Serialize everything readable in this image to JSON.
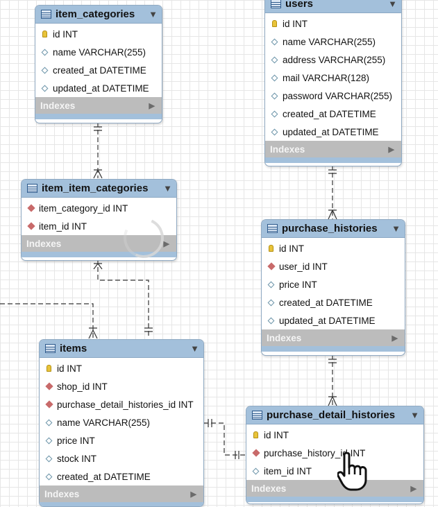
{
  "tables": {
    "item_categories": {
      "name": "item_categories",
      "columns": [
        {
          "icon": "primary-key-icon",
          "text": "id INT"
        },
        {
          "icon": "column-icon",
          "text": "name VARCHAR(255)"
        },
        {
          "icon": "column-icon",
          "text": "created_at DATETIME"
        },
        {
          "icon": "column-icon",
          "text": "updated_at DATETIME"
        }
      ],
      "indexes": "Indexes"
    },
    "users": {
      "name": "users",
      "columns": [
        {
          "icon": "primary-key-icon",
          "text": "id INT"
        },
        {
          "icon": "column-icon",
          "text": "name VARCHAR(255)"
        },
        {
          "icon": "column-icon",
          "text": "address VARCHAR(255)"
        },
        {
          "icon": "column-icon",
          "text": "mail VARCHAR(128)"
        },
        {
          "icon": "column-icon",
          "text": "password VARCHAR(255)"
        },
        {
          "icon": "column-icon",
          "text": "created_at DATETIME"
        },
        {
          "icon": "column-icon",
          "text": "updated_at DATETIME"
        }
      ],
      "indexes": "Indexes"
    },
    "item_item_categories": {
      "name": "item_item_categories",
      "columns": [
        {
          "icon": "foreign-key-icon",
          "text": "item_category_id INT"
        },
        {
          "icon": "foreign-key-icon",
          "text": "item_id INT"
        }
      ],
      "indexes": "Indexes"
    },
    "purchase_histories": {
      "name": "purchase_histories",
      "columns": [
        {
          "icon": "primary-key-icon",
          "text": "id INT"
        },
        {
          "icon": "foreign-key-icon",
          "text": "user_id INT"
        },
        {
          "icon": "column-icon",
          "text": "price INT"
        },
        {
          "icon": "column-icon",
          "text": "created_at DATETIME"
        },
        {
          "icon": "column-icon",
          "text": "updated_at DATETIME"
        }
      ],
      "indexes": "Indexes"
    },
    "items": {
      "name": "items",
      "columns": [
        {
          "icon": "primary-key-icon",
          "text": "id INT"
        },
        {
          "icon": "foreign-key-icon",
          "text": "shop_id INT"
        },
        {
          "icon": "foreign-key-icon",
          "text": "purchase_detail_histories_id INT"
        },
        {
          "icon": "column-icon",
          "text": "name VARCHAR(255)"
        },
        {
          "icon": "column-icon",
          "text": "price INT"
        },
        {
          "icon": "column-icon",
          "text": "stock INT"
        },
        {
          "icon": "column-icon",
          "text": "created_at DATETIME"
        }
      ],
      "indexes": "Indexes"
    },
    "purchase_detail_histories": {
      "name": "purchase_detail_histories",
      "columns": [
        {
          "icon": "primary-key-icon",
          "text": "id INT"
        },
        {
          "icon": "foreign-key-icon",
          "text": "purchase_history_id INT"
        },
        {
          "icon": "column-icon",
          "text": "item_id INT"
        }
      ],
      "indexes": "Indexes"
    }
  },
  "colors": {
    "header": "#a3c0db",
    "indexes_bar": "#bcbcbc",
    "connector": "#333333"
  },
  "cursor_icon": "hand-pointer-icon",
  "loading_icon": "spinner-icon"
}
